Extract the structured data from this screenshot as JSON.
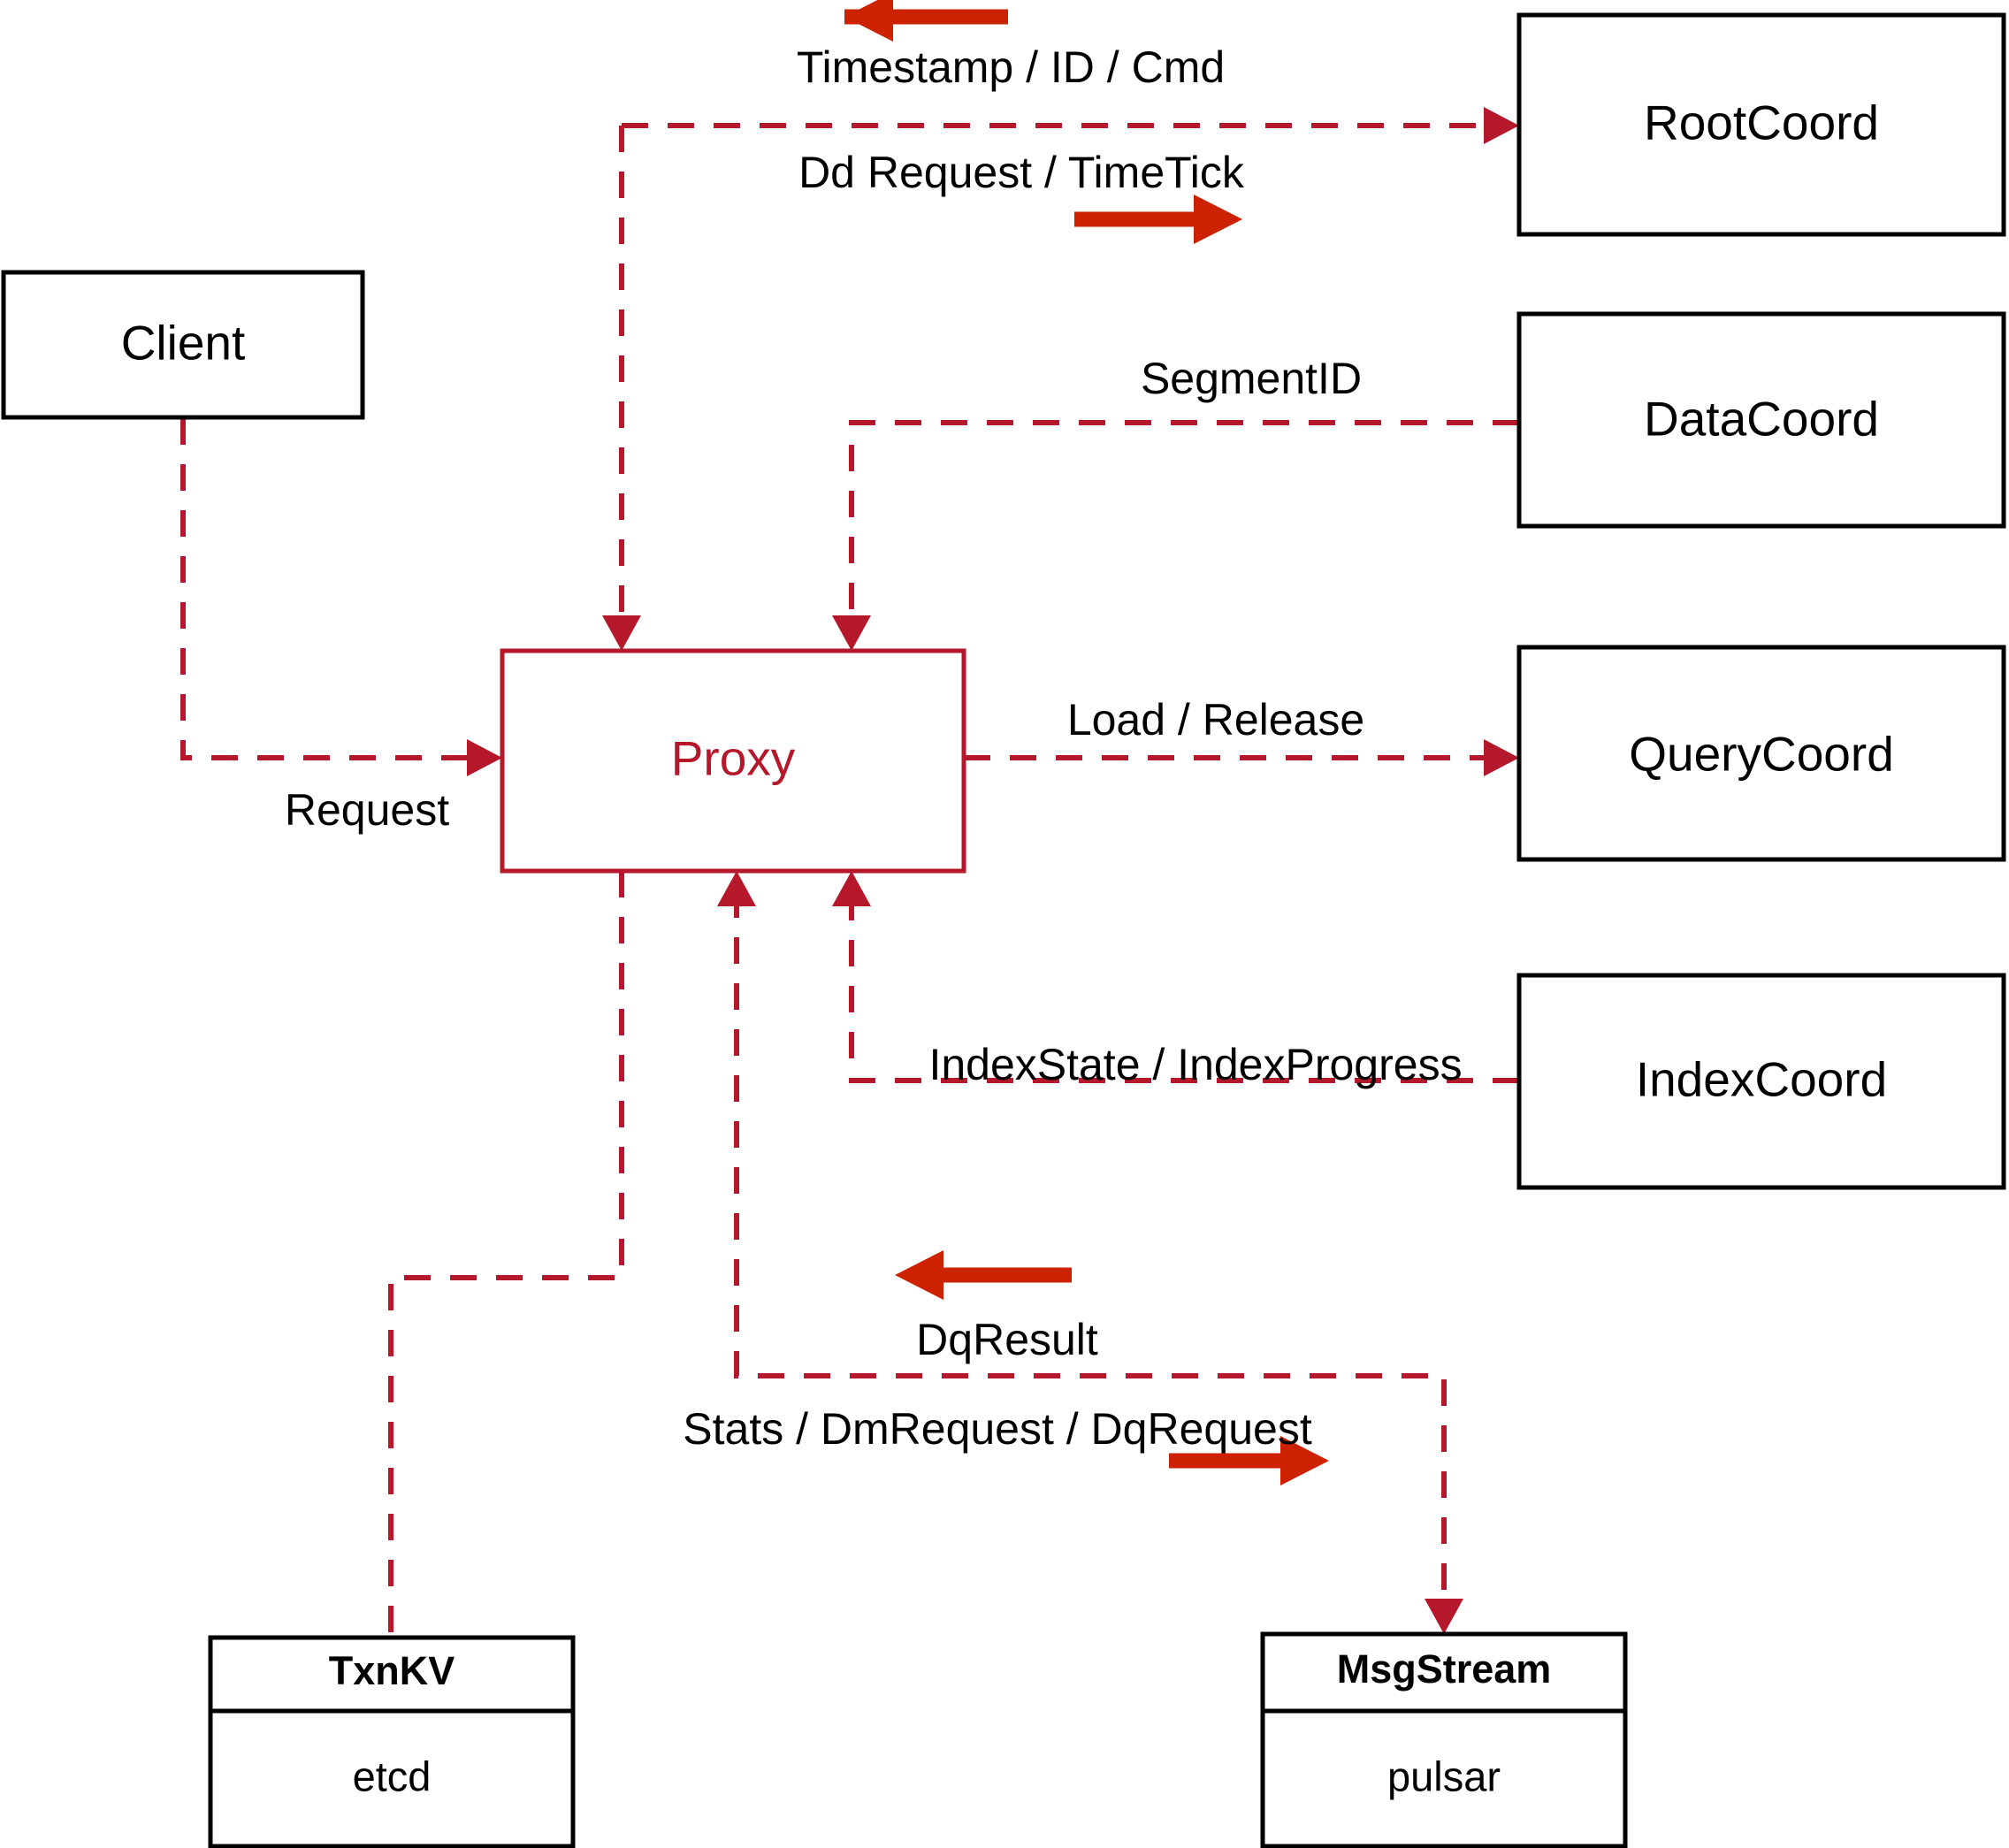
{
  "diagram": {
    "title": "Milvus Proxy Architecture",
    "accent_color": "#b5172b",
    "arrow_color": "#cc2200",
    "node_color": "#000000",
    "background": "#ffffff"
  },
  "nodes": {
    "client": {
      "label": "Client"
    },
    "proxy": {
      "label": "Proxy"
    },
    "root_coord": {
      "label": "RootCoord"
    },
    "data_coord": {
      "label": "DataCoord"
    },
    "query_coord": {
      "label": "QueryCoord"
    },
    "index_coord": {
      "label": "IndexCoord"
    },
    "txn_kv": {
      "title": "TxnKV",
      "subtitle": "etcd"
    },
    "msg_stream": {
      "title": "MsgStream",
      "subtitle": "pulsar"
    }
  },
  "edges": [
    {
      "id": "client-to-proxy",
      "label": "Request",
      "from": "client",
      "to": "proxy",
      "direction": "right"
    },
    {
      "id": "rootcoord-to-proxy",
      "label": "Timestamp / ID / Cmd",
      "from": "root_coord",
      "to": "proxy",
      "direction": "left"
    },
    {
      "id": "proxy-to-rootcoord",
      "label": "Dd Request / TimeTick",
      "from": "proxy",
      "to": "root_coord",
      "direction": "right"
    },
    {
      "id": "datacoord-to-proxy",
      "label": "SegmentID",
      "from": "data_coord",
      "to": "proxy",
      "direction": "left"
    },
    {
      "id": "proxy-to-querycoord",
      "label": "Load / Release",
      "from": "proxy",
      "to": "query_coord",
      "direction": "right"
    },
    {
      "id": "indexcoord-to-proxy",
      "label": "IndexState / IndexProgress",
      "from": "index_coord",
      "to": "proxy",
      "direction": "left"
    },
    {
      "id": "msgstream-to-proxy",
      "label": "DqResult",
      "from": "msg_stream",
      "to": "proxy",
      "direction": "left"
    },
    {
      "id": "proxy-to-msgstream",
      "label": "Stats / DmRequest / DqRequest",
      "from": "proxy",
      "to": "msg_stream",
      "direction": "right"
    },
    {
      "id": "proxy-to-txnkv",
      "label": "",
      "from": "proxy",
      "to": "txn_kv",
      "direction": "none"
    }
  ],
  "labels": {
    "timestamp_id_cmd": "Timestamp / ID / Cmd",
    "dd_request_timetick": "Dd Request / TimeTick",
    "segment_id": "SegmentID",
    "load_release": "Load / Release",
    "index_state_progress": "IndexState / IndexProgress",
    "dq_result": "DqResult",
    "stats_dm_dq_request": "Stats / DmRequest / DqRequest",
    "request": "Request"
  }
}
